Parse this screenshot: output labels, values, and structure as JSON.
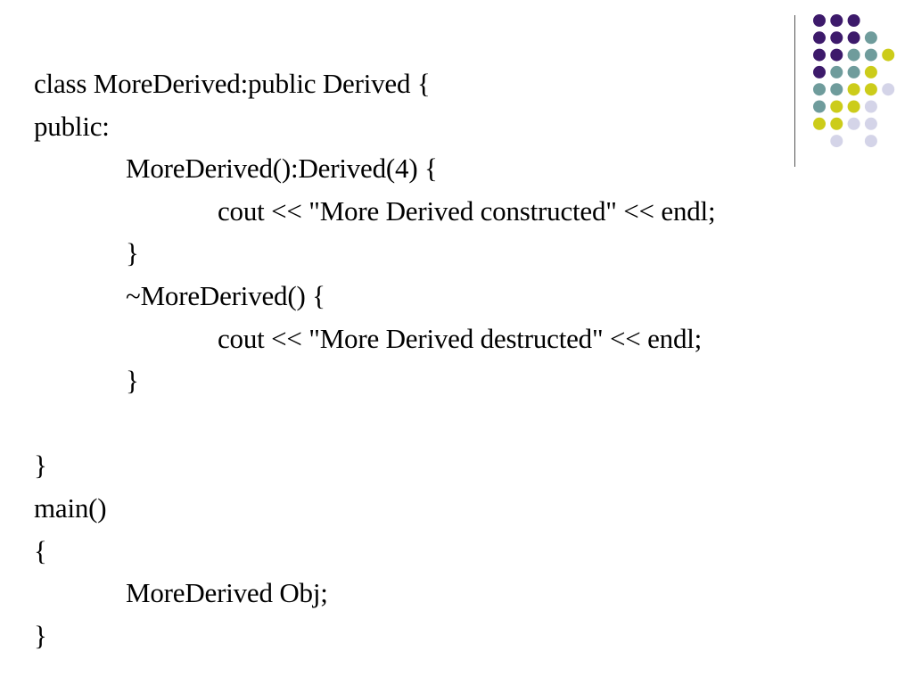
{
  "slide": {
    "code_lines": [
      {
        "text": "class MoreDerived:public Derived {",
        "indent": 0
      },
      {
        "text": "public:",
        "indent": 0
      },
      {
        "text": "MoreDerived():Derived(4) {",
        "indent": 1
      },
      {
        "text": "cout << \"More Derived constructed\" << endl;",
        "indent": 2
      },
      {
        "text": "}",
        "indent": 1
      },
      {
        "text": "~MoreDerived() {",
        "indent": 1
      },
      {
        "text": "cout << \"More Derived destructed\" << endl;",
        "indent": 2
      },
      {
        "text": "}",
        "indent": 1
      },
      {
        "text": "",
        "indent": 0
      },
      {
        "text": "}",
        "indent": 0
      },
      {
        "text": "main()",
        "indent": 0
      },
      {
        "text": "{",
        "indent": 0
      },
      {
        "text": "MoreDerived Obj;",
        "indent": 1
      },
      {
        "text": "}",
        "indent": 0
      }
    ]
  },
  "decoration": {
    "name": "dot-grid-ornament",
    "colors": {
      "purple": "#3d1a6b",
      "teal": "#6f9c9c",
      "yellow": "#cccc1a",
      "lavender": "#d4d4e8",
      "rule": "#555555"
    },
    "rows": [
      [
        "purple",
        "purple",
        "purple",
        null,
        null
      ],
      [
        "purple",
        "purple",
        "purple",
        "teal",
        null
      ],
      [
        "purple",
        "purple",
        "teal",
        "teal",
        "yellow"
      ],
      [
        "purple",
        "teal",
        "teal",
        "yellow",
        null
      ],
      [
        "teal",
        "teal",
        "yellow",
        "yellow",
        "lavender"
      ],
      [
        "teal",
        "yellow",
        "yellow",
        "lavender",
        null
      ],
      [
        "yellow",
        "yellow",
        "lavender",
        "lavender",
        null
      ],
      [
        null,
        "lavender",
        null,
        "lavender",
        null
      ]
    ]
  }
}
